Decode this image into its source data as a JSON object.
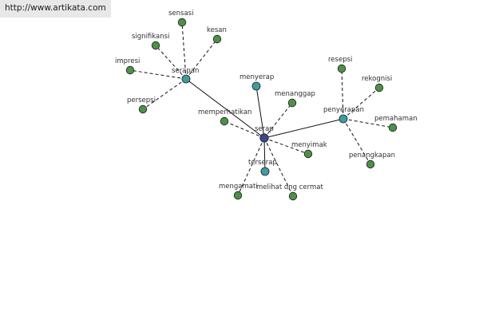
{
  "source_url": "http://www.artikata.com",
  "colors": {
    "root": "#3c4a8c",
    "hub": "#3f9c9f",
    "leaf": "#4e9048",
    "outline": "#1e1e1e",
    "edge": "#111111"
  },
  "graph": {
    "nodes": [
      {
        "id": "serap",
        "label": "serap",
        "kind": "root"
      },
      {
        "id": "serapan",
        "label": "serapan",
        "kind": "hub"
      },
      {
        "id": "penyerapan",
        "label": "penyerapan",
        "kind": "hub"
      },
      {
        "id": "menyerap",
        "label": "menyerap",
        "kind": "hub"
      },
      {
        "id": "terserap",
        "label": "terserap",
        "kind": "hub"
      },
      {
        "id": "sensasi",
        "label": "sensasi",
        "kind": "leaf"
      },
      {
        "id": "signifikansi",
        "label": "signifikansi",
        "kind": "leaf"
      },
      {
        "id": "kesan",
        "label": "kesan",
        "kind": "leaf"
      },
      {
        "id": "impresi",
        "label": "impresi",
        "kind": "leaf"
      },
      {
        "id": "persepsi",
        "label": "persepsi",
        "kind": "leaf"
      },
      {
        "id": "resepsi",
        "label": "resepsi",
        "kind": "leaf"
      },
      {
        "id": "rekognisi",
        "label": "rekognisi",
        "kind": "leaf"
      },
      {
        "id": "pemahaman",
        "label": "pemahaman",
        "kind": "leaf"
      },
      {
        "id": "penangkapan",
        "label": "penangkapan",
        "kind": "leaf"
      },
      {
        "id": "menanggap",
        "label": "menanggap",
        "kind": "leaf"
      },
      {
        "id": "memperhatikan",
        "label": "memperhatikan",
        "kind": "leaf"
      },
      {
        "id": "menyimak",
        "label": "menyimak",
        "kind": "leaf"
      },
      {
        "id": "mengamati",
        "label": "mengamati",
        "kind": "leaf"
      },
      {
        "id": "melihat-dng-cermat",
        "label": "melihat dng cermat",
        "kind": "leaf"
      }
    ],
    "edges": [
      {
        "from": "serap",
        "to": "serapan",
        "style": "solid"
      },
      {
        "from": "serap",
        "to": "penyerapan",
        "style": "solid"
      },
      {
        "from": "serap",
        "to": "menyerap",
        "style": "solid"
      },
      {
        "from": "serap",
        "to": "terserap",
        "style": "solid"
      },
      {
        "from": "serapan",
        "to": "sensasi",
        "style": "dashed"
      },
      {
        "from": "serapan",
        "to": "signifikansi",
        "style": "dashed"
      },
      {
        "from": "serapan",
        "to": "kesan",
        "style": "dashed"
      },
      {
        "from": "serapan",
        "to": "impresi",
        "style": "dashed"
      },
      {
        "from": "serapan",
        "to": "persepsi",
        "style": "dashed"
      },
      {
        "from": "penyerapan",
        "to": "resepsi",
        "style": "dashed"
      },
      {
        "from": "penyerapan",
        "to": "rekognisi",
        "style": "dashed"
      },
      {
        "from": "penyerapan",
        "to": "pemahaman",
        "style": "dashed"
      },
      {
        "from": "penyerapan",
        "to": "penangkapan",
        "style": "dashed"
      },
      {
        "from": "serap",
        "to": "menanggap",
        "style": "dashed"
      },
      {
        "from": "serap",
        "to": "memperhatikan",
        "style": "dashed"
      },
      {
        "from": "serap",
        "to": "menyimak",
        "style": "dashed"
      },
      {
        "from": "serap",
        "to": "mengamati",
        "style": "dashed"
      },
      {
        "from": "serap",
        "to": "melihat-dng-cermat",
        "style": "dashed"
      }
    ]
  }
}
